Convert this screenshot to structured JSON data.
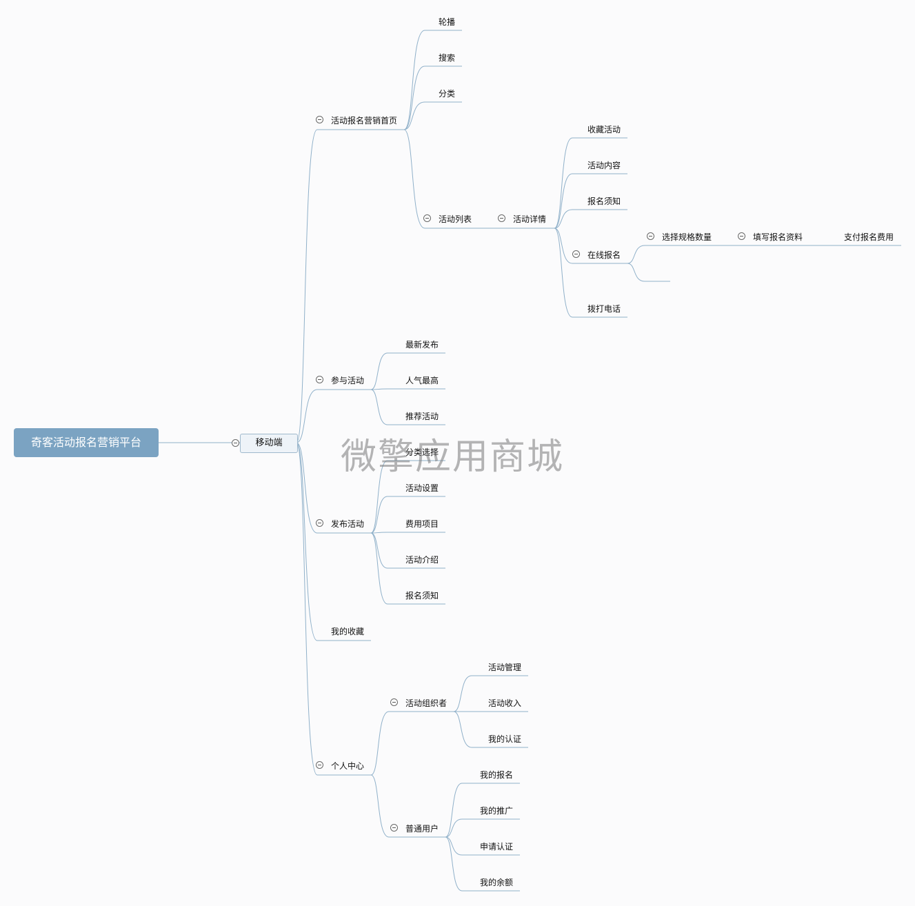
{
  "root": "奇客活动报名营销平台",
  "watermark": "微擎应用商城",
  "colors": {
    "root_bg": "#7ba3c2",
    "line": "#8fb0c9"
  },
  "tree": {
    "mobile": "移动端",
    "home": {
      "label": "活动报名营销首页",
      "carousel": "轮播",
      "search": "搜索",
      "category": "分类",
      "list": "活动列表"
    },
    "detail": {
      "label": "活动详情",
      "favorite": "收藏活动",
      "content": "活动内容",
      "notice": "报名须知",
      "online": "在线报名",
      "call": "拨打电话"
    },
    "signup": {
      "spec": "选择规格数量",
      "fill": "填写报名资料",
      "pay": "支付报名费用"
    },
    "join": {
      "label": "参与活动",
      "latest": "最新发布",
      "popular": "人气最高",
      "recommend": "推荐活动"
    },
    "publish": {
      "label": "发布活动",
      "category_select": "分类选择",
      "settings": "活动设置",
      "fees": "费用项目",
      "intro": "活动介绍",
      "notice": "报名须知"
    },
    "my_favorites": "我的收藏",
    "personal": {
      "label": "个人中心"
    },
    "organizer": {
      "label": "活动组织者",
      "manage": "活动管理",
      "income": "活动收入",
      "cert": "我的认证"
    },
    "user": {
      "label": "普通用户",
      "my_signup": "我的报名",
      "my_promo": "我的推广",
      "apply_cert": "申请认证",
      "balance": "我的余额"
    }
  }
}
